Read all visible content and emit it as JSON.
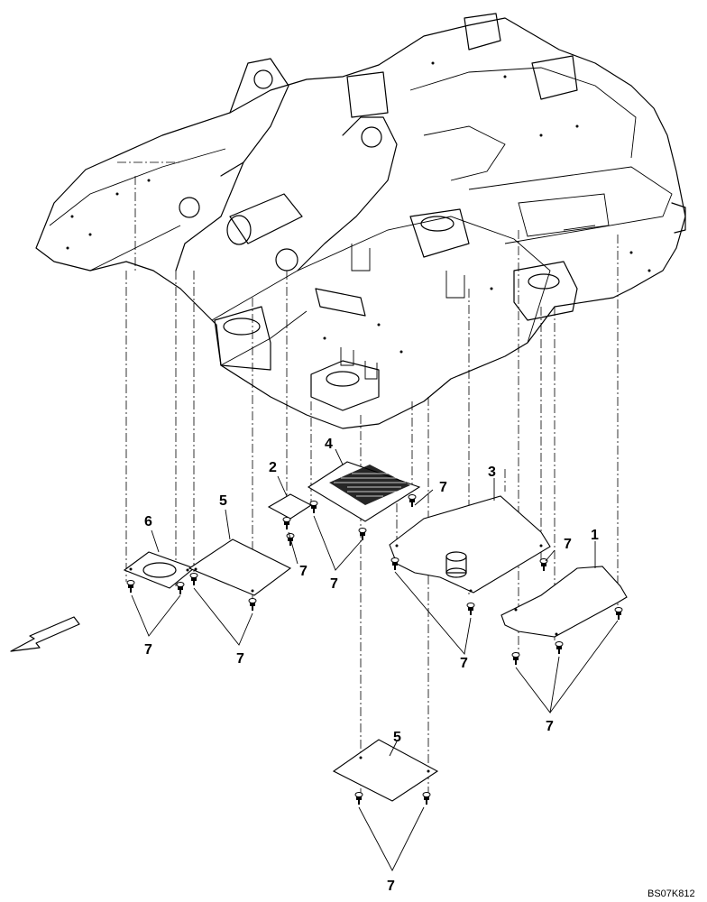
{
  "callouts": {
    "p1": "1",
    "p2": "2",
    "p3": "3",
    "p4": "4",
    "p5a": "5",
    "p5b": "5",
    "p6": "6",
    "p7": "7"
  },
  "drawing_code": "BS07K812"
}
